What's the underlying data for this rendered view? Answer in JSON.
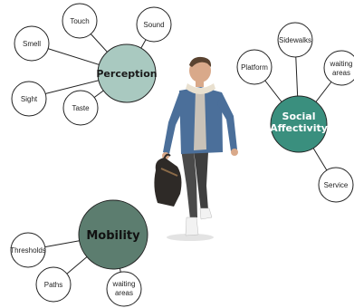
{
  "colors": {
    "perception": "#a9c9c0",
    "social": "#3a8f7e",
    "mobility": "#5c7d6f",
    "line": "#222222",
    "leaf_fill": "#ffffff"
  },
  "perception": {
    "label": "Perception",
    "leaves": [
      "Smell",
      "Touch",
      "Sound",
      "Sight",
      "Taste"
    ]
  },
  "social": {
    "label_line1": "Social",
    "label_line2": "Affectivity",
    "leaves": [
      "Platform",
      "Sidewalks",
      "waiting",
      "areas",
      "Service"
    ]
  },
  "mobility": {
    "label": "Mobility",
    "leaves": [
      "Thresholds",
      "Paths",
      "waiting",
      "areas"
    ]
  },
  "figure": {
    "icon": "walking-man-photo"
  }
}
